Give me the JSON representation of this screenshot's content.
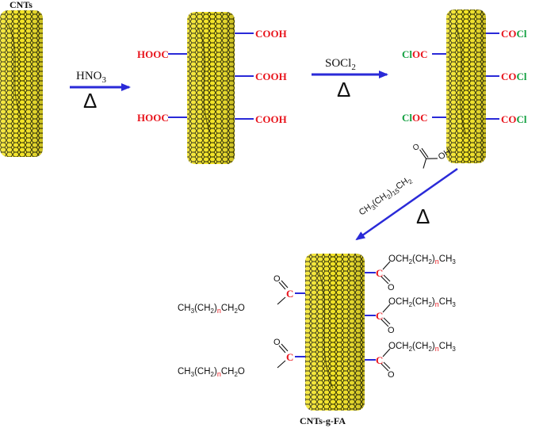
{
  "colors": {
    "tube": "#f2e326",
    "tube_dark": "#b8a818",
    "mesh": "#1e1e00",
    "arrow": "#2a2ad8",
    "bond": "#2a2ad8",
    "acid": "#e8141c",
    "chloride": "#12a040",
    "carbon": "#e8141c",
    "text": "#111111"
  },
  "labels": {
    "start": "CNTs",
    "product": "CNTs-g-FA"
  },
  "steps": {
    "s1_reagent_main": "HNO",
    "s1_reagent_sub": "3",
    "s1_condition": "Δ",
    "s2_reagent_main": "SOCl",
    "s2_reagent_sub": "2",
    "s2_condition": "Δ",
    "s3_chain_a": "CH",
    "s3_chain_sub1": "3",
    "s3_chain_b": "(CH",
    "s3_chain_sub2": "2",
    "s3_chain_c": ")",
    "s3_chain_sub3": "15",
    "s3_chain_d": "CH",
    "s3_chain_sub4": "2",
    "s3_oh": "OH",
    "s3_condition": "Δ"
  },
  "groups": {
    "cooh": "COOH",
    "hooc": "HOOC",
    "cl_co": "ClOC",
    "cl_co_left": "Cl",
    "cl_co_right": "OC",
    "co_cl_left": "CO",
    "co_cl_right": "Cl",
    "ester_c": "C",
    "ester_o": "O",
    "ester_chain_a": "OCH",
    "ester_chain_sub1": "2",
    "ester_chain_b": "(CH",
    "ester_chain_sub2": "2",
    "ester_chain_c": ")",
    "ester_chain_n": "n",
    "ester_chain_d": "CH",
    "ester_chain_sub3": "3",
    "left_chain_a": "CH",
    "left_chain_sub1": "3",
    "left_chain_b": "(CH",
    "left_chain_sub2": "2",
    "left_chain_c": ")",
    "left_chain_n": "n",
    "left_chain_d": "CH",
    "left_chain_sub3": "2",
    "left_chain_e": "O"
  }
}
